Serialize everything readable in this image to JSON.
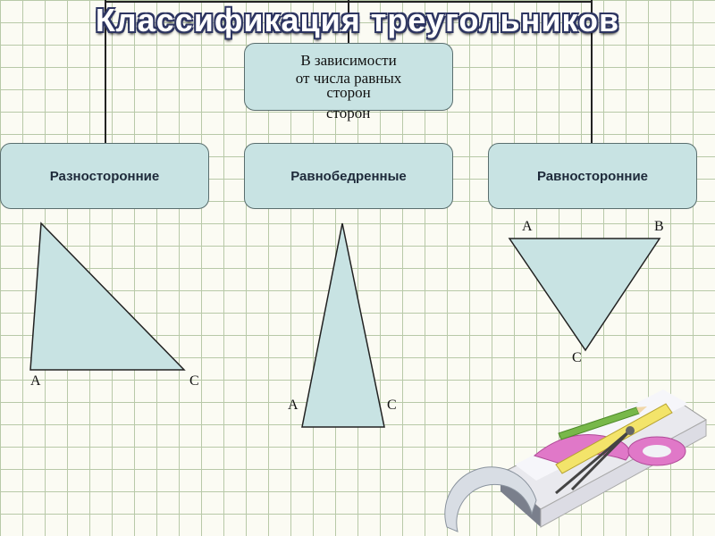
{
  "title": "Классификация треугольников",
  "criterion": {
    "line1": "В зависимости",
    "line2": "от числа равных",
    "line3": "сторон",
    "overflow": "сторон"
  },
  "categories": [
    {
      "label": "Разносторонние"
    },
    {
      "label": "Равнобедренные"
    },
    {
      "label": "Равносторонние"
    }
  ],
  "vertices": {
    "scalene": [
      "А",
      "С"
    ],
    "isosceles": [
      "А",
      "С"
    ],
    "equilateral": [
      "А",
      "В",
      "С"
    ]
  },
  "colors": {
    "box": "#c8e3e3",
    "triangle": "#c8e3e3",
    "grid": "#b8c9a8",
    "title_outline": "#2d3561"
  }
}
